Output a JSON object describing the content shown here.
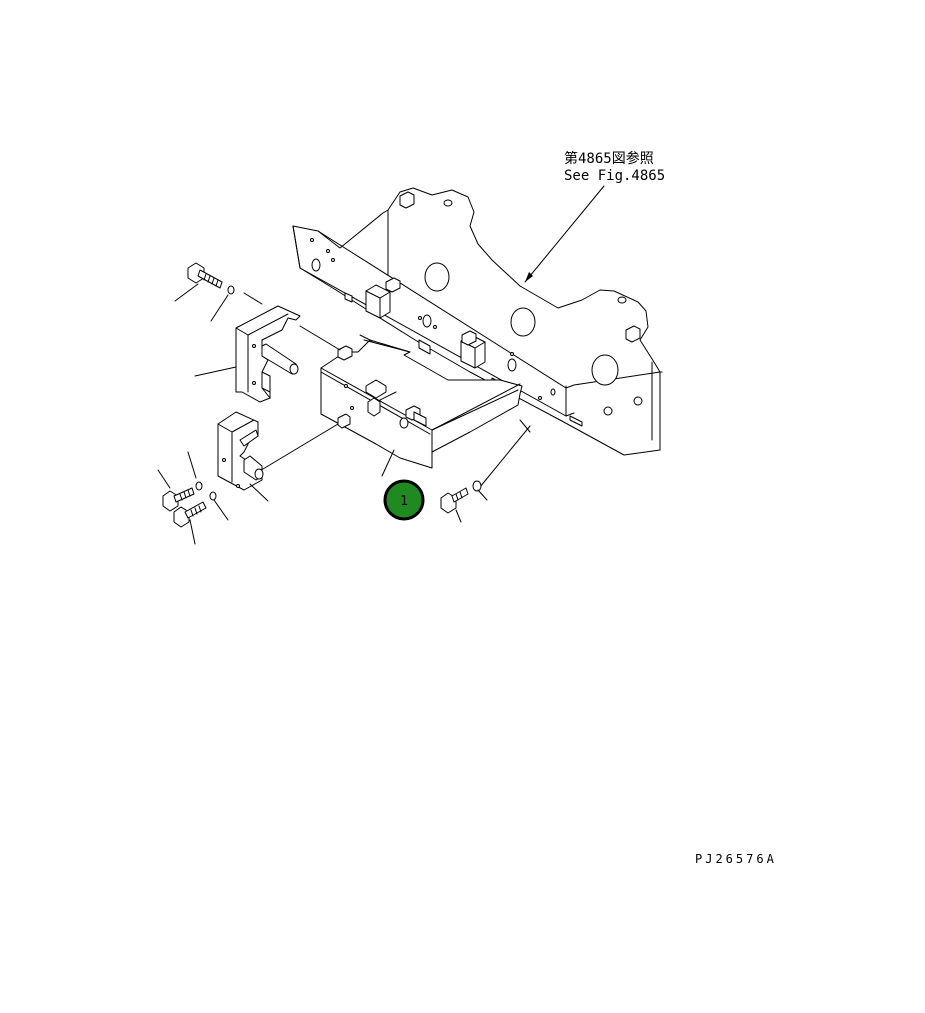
{
  "reference_note": {
    "line_jp": "第4865図参照",
    "line_en": "See Fig.4865"
  },
  "callouts": [
    {
      "label": "1",
      "color": "#1f8a1f"
    }
  ],
  "drawing_code": "PJ26576A"
}
